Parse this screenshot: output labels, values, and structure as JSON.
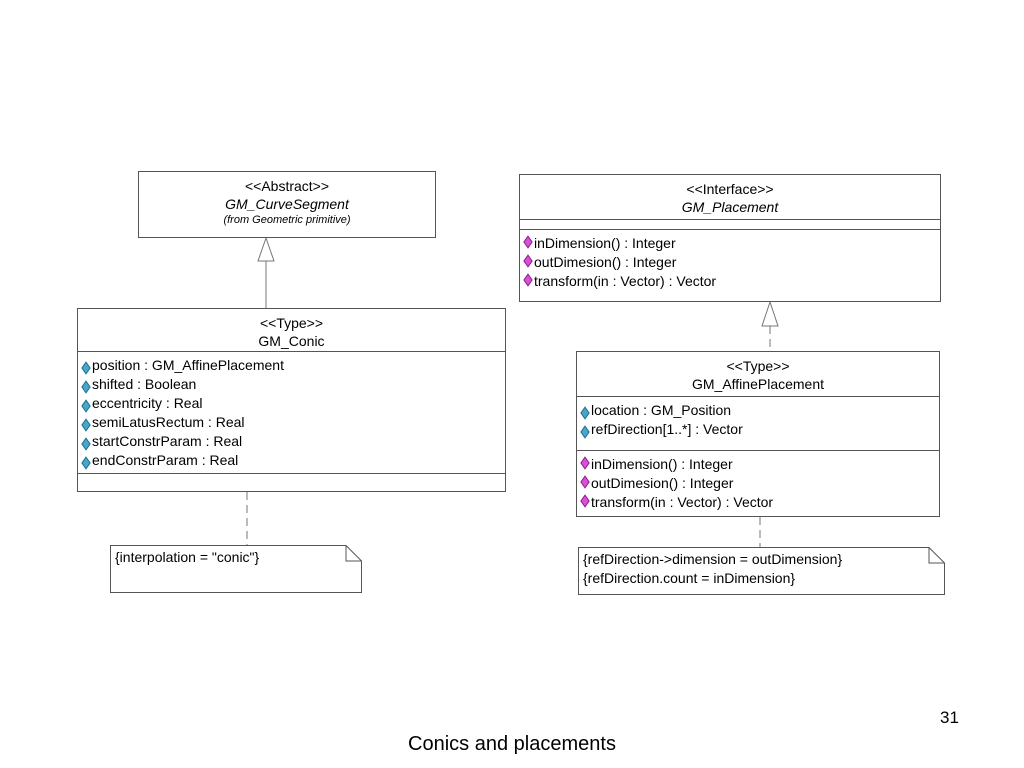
{
  "curve_segment": {
    "stereotype": "<<Abstract>>",
    "name": "GM_CurveSegment",
    "origin": "(from Geometric primitive)"
  },
  "conic": {
    "stereotype": "<<Type>>",
    "name": "GM_Conic",
    "attributes": [
      "position : GM_AffinePlacement",
      "shifted : Boolean",
      "eccentricity : Real",
      "semiLatusRectum : Real",
      "startConstrParam : Real",
      "endConstrParam : Real"
    ],
    "note": [
      "{interpolation = \"conic\"}"
    ]
  },
  "placement": {
    "stereotype": "<<Interface>>",
    "name": "GM_Placement",
    "operations": [
      "inDimension() : Integer",
      "outDimesion() : Integer",
      "transform(in : Vector) : Vector"
    ]
  },
  "affine": {
    "stereotype": "<<Type>>",
    "name": "GM_AffinePlacement",
    "attributes": [
      "location : GM_Position",
      "refDirection[1..*] : Vector"
    ],
    "operations": [
      "inDimension() : Integer",
      "outDimesion() : Integer",
      "transform(in : Vector) : Vector"
    ],
    "note": [
      "{refDirection->dimension = outDimension}",
      "{refDirection.count = inDimension}"
    ]
  },
  "page_number": "31",
  "caption": "Conics and placements"
}
